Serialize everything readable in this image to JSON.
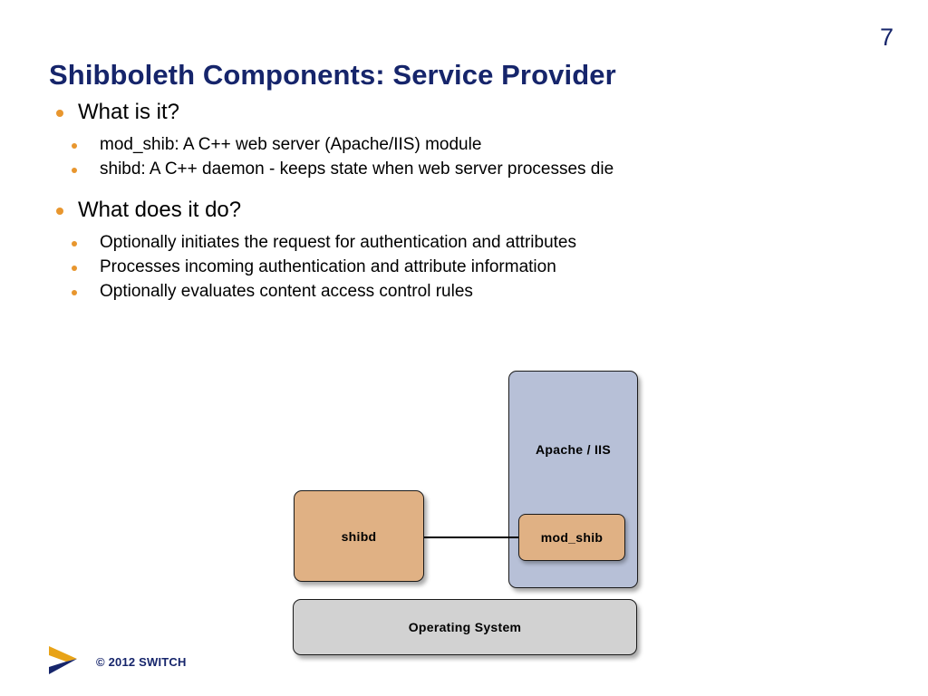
{
  "slide": {
    "page_number": "7",
    "title": "Shibboleth Components: Service Provider",
    "title_color": "#16256b",
    "bullet_color": "#e8962e",
    "background": "#ffffff"
  },
  "body": {
    "groups": [
      {
        "heading": "What is it?",
        "items": [
          "mod_shib: A C++ web server (Apache/IIS) module",
          "shibd: A C++ daemon - keeps state when web server processes die"
        ]
      },
      {
        "heading": "What does it do?",
        "items": [
          "Optionally initiates the request for authentication and attributes",
          "Processes incoming authentication and attribute information",
          "Optionally evaluates content access control rules"
        ]
      }
    ]
  },
  "diagram": {
    "boxes": {
      "apache": {
        "label": "Apache / IIS",
        "color": "#b7c0d7"
      },
      "mod_shib": {
        "label": "mod_shib",
        "color": "#e0b184"
      },
      "shibd": {
        "label": "shibd",
        "color": "#e0b184"
      },
      "operating_system": {
        "label": "Operating System",
        "color": "#d2d2d2"
      }
    }
  },
  "footer": {
    "copyright": "© 2012 SWITCH",
    "logo_colors": {
      "top": "#e8a317",
      "bottom": "#16256b"
    }
  }
}
